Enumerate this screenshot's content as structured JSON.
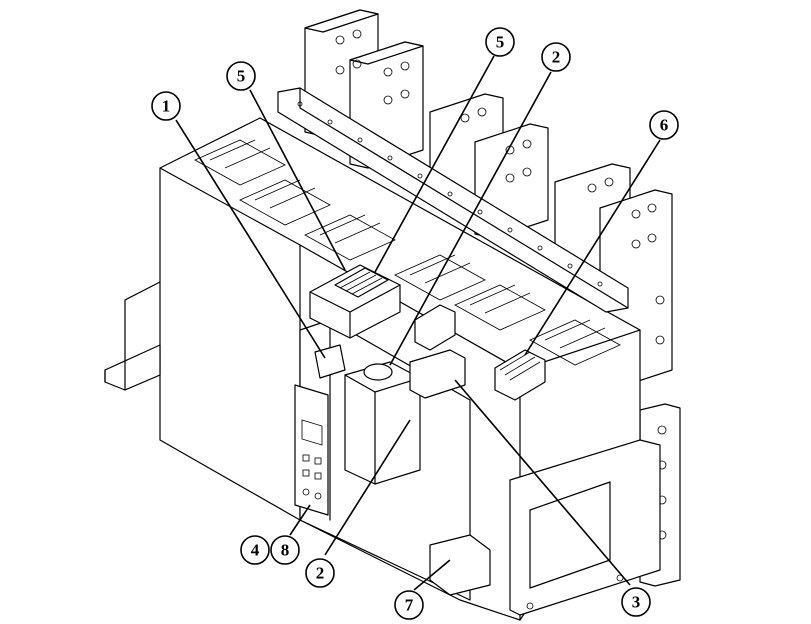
{
  "callouts": [
    {
      "id": "c1",
      "label": "1"
    },
    {
      "id": "c5a",
      "label": "5"
    },
    {
      "id": "c5b",
      "label": "5"
    },
    {
      "id": "c2a",
      "label": "2"
    },
    {
      "id": "c6",
      "label": "6"
    },
    {
      "id": "c4",
      "label": "4"
    },
    {
      "id": "c8",
      "label": "8"
    },
    {
      "id": "c2b",
      "label": "2"
    },
    {
      "id": "c7",
      "label": "7"
    },
    {
      "id": "c3",
      "label": "3"
    }
  ]
}
